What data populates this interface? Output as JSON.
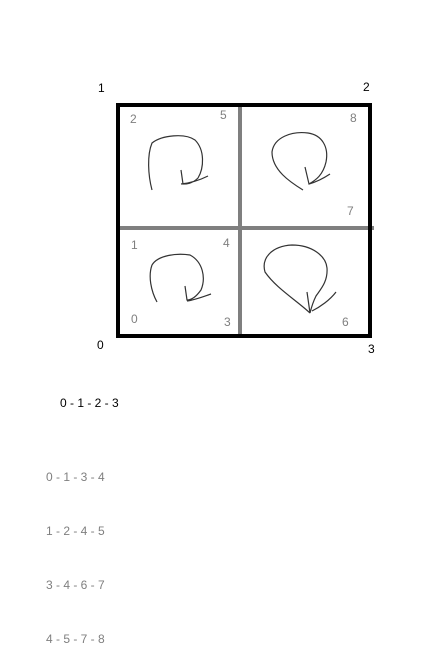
{
  "outer_corners": {
    "top_left": "1",
    "top_right": "2",
    "bottom_left": "0",
    "bottom_right": "3"
  },
  "cell_labels": {
    "tl_corner": "2",
    "tl_mid_top": "5",
    "tr_corner": "8",
    "tr_mid_right": "7",
    "bl_mid_left": "1",
    "bl_center": "4",
    "bl_corner": "0",
    "bl_mid_bottom": "3",
    "br_corner": "6"
  },
  "main_sequence": "0 - 1 - 2 - 3",
  "sub_sequences": [
    "0 - 1 - 3 - 4",
    "1 - 2 - 4 - 5",
    "3 - 4 - 6 - 7",
    "4 - 5 - 7 - 8"
  ],
  "colors": {
    "outer_border": "#000000",
    "inner_divider": "#7f7f7f",
    "doodle": "#333333"
  }
}
